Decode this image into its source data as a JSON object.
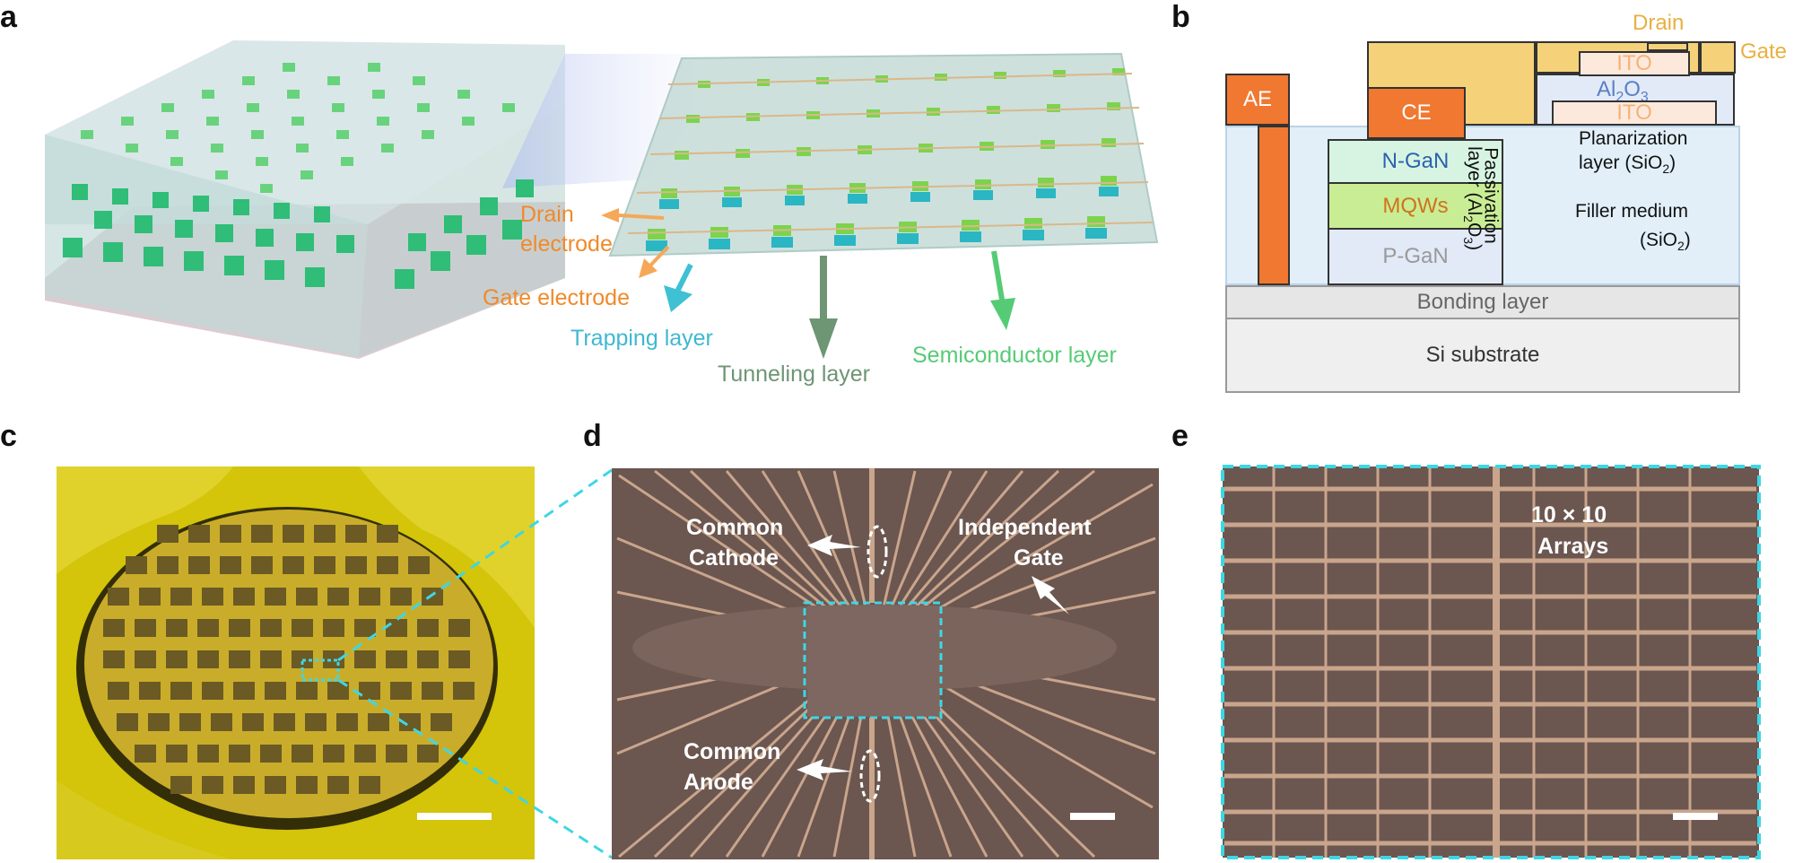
{
  "panels": {
    "a": "a",
    "b": "b",
    "c": "c",
    "d": "d",
    "e": "e"
  },
  "panel_a": {
    "drain": "Drain",
    "electrode": "electrode",
    "gate_electrode": "Gate electrode",
    "trapping": "Trapping layer",
    "tunneling": "Tunneling layer",
    "semiconductor": "Semiconductor layer"
  },
  "panel_b": {
    "drain": "Drain",
    "gate": "Gate",
    "ae": "AE",
    "ce": "CE",
    "ito_top": "ITO",
    "al2o3": "Al",
    "al2o3_sub": "2",
    "al2o3_end": "O",
    "al2o3_sub2": "3",
    "ito_bottom": "ITO",
    "ngan": "N-GaN",
    "mqws": "MQWs",
    "pgan": "P-GaN",
    "planar_1": "Planarization",
    "planar_2": "layer (SiO",
    "planar_sub": "2",
    "planar_end": ")",
    "passiv_1": "Passivation",
    "passiv_2": "layer (Al",
    "passiv_sub": "2",
    "passiv_mid": "O",
    "passiv_sub2": "3",
    "passiv_end": ")",
    "filler_1": "Filler medium",
    "filler_2": "(SiO",
    "filler_sub": "2",
    "filler_end": ")",
    "bonding": "Bonding layer",
    "si": "Si substrate"
  },
  "panel_d": {
    "common": "Common",
    "cathode": "Cathode",
    "independent": "Independent",
    "gate": "Gate",
    "common2": "Common",
    "anode": "Anode"
  },
  "panel_e": {
    "arrays_1": "10 × 10",
    "arrays_2": "Arrays"
  },
  "colors": {
    "orange": "#f07830",
    "yellow": "#f5d27a",
    "ngan": "#d7f4e2",
    "mqws": "#c9ed95",
    "pgan": "#e2eaf8",
    "medium": "#e2eff9",
    "cyan": "#3fd6e4",
    "chip_bg": "#6b5650",
    "wafer_bg": "#d2c50c"
  }
}
